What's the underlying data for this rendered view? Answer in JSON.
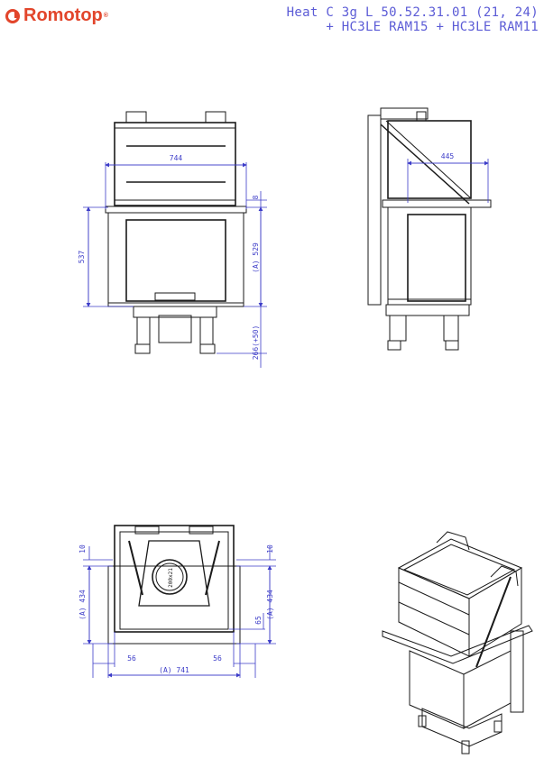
{
  "header": {
    "logo_text": "Romotop",
    "title_line1": "Heat C 3g L 50.52.31.01 (21, 24)",
    "title_line2": "+ HC3LE RAM15 + HC3LE RAM11"
  },
  "front_view": {
    "width": "744",
    "top_gap": "8",
    "height_total": "537",
    "height_a": "(A) 529",
    "base": "266(+50)"
  },
  "side_view": {
    "depth": "445"
  },
  "top_view": {
    "left_offset": "10",
    "right_offset": "10",
    "left_depth": "(A) 434",
    "right_depth": "(A) 434",
    "inner_depth": "65",
    "flue": "200x21",
    "left_margin": "56",
    "right_margin": "56",
    "total_width": "(A) 741"
  },
  "colors": {
    "dimension": "#3c3cc8",
    "drawing": "#1a1a1a",
    "brand": "#e2452b"
  }
}
